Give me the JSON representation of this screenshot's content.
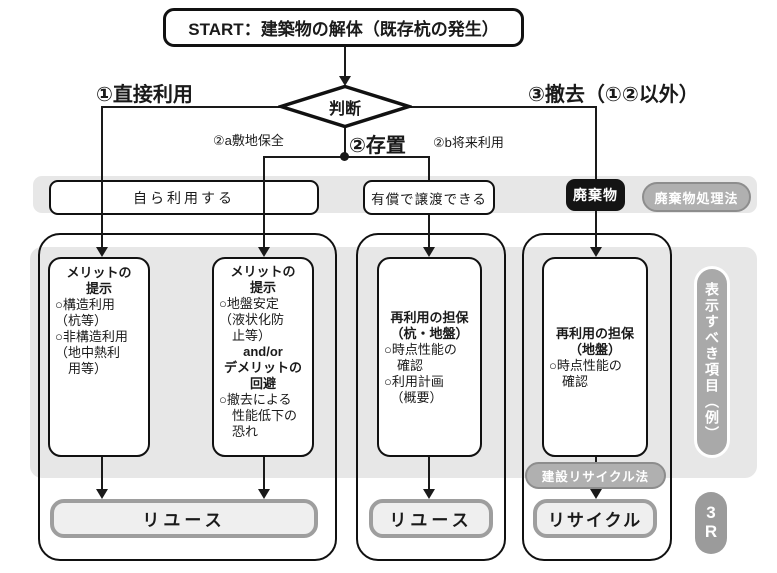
{
  "start": {
    "label": "START：建築物の解体（既存杭の発生）"
  },
  "decision": {
    "label": "判断"
  },
  "branches": {
    "direct_use": "①直接利用",
    "leave": "②存置",
    "leave_site": "②a敷地保全",
    "leave_future": "②b将来利用",
    "removal": "③撤去（①②以外）"
  },
  "band": {
    "self_use": "自ら利用する",
    "paid_transfer": "有償で譲渡できる",
    "waste": "廃棄物",
    "waste_law": "廃棄物処理法"
  },
  "boxes": {
    "merit_direct": {
      "lines": [
        "メリットの",
        "提示",
        "○構造利用",
        "（杭等）",
        "○非構造利用",
        "（地中熱利",
        "　用等）"
      ]
    },
    "merit_leave": {
      "lines": [
        "メリットの",
        "提示",
        "○地盤安定",
        "（液状化防",
        "　止等）",
        "and/or",
        "デメリットの",
        "回避",
        "○撤去による",
        "　性能低下の",
        "　恐れ"
      ]
    },
    "assure_pile": {
      "lines": [
        "再利用の担保",
        "（杭・地盤）",
        "○時点性能の",
        "　確認",
        "○利用計画",
        "　（概要）"
      ]
    },
    "assure_ground": {
      "lines": [
        "再利用の担保",
        "（地盤）",
        "○時点性能の",
        "　確認"
      ]
    }
  },
  "outcomes": {
    "reuse_left": "リユース",
    "reuse_mid": "リユース",
    "recycle": "リサイクル"
  },
  "laws": {
    "recycle_law": "建設リサイクル法"
  },
  "side": {
    "display_items": "表示すべき項目（例）",
    "three_r_1": "3",
    "three_r_2": "R"
  },
  "colors": {
    "line": "#1a1a1a",
    "panel_gray": "#e7e7e7",
    "pill_gray": "#b0b0b0",
    "black_box": "#141414",
    "outcome_border": "#9e9e9e",
    "outcome_fill": "#efefef"
  }
}
